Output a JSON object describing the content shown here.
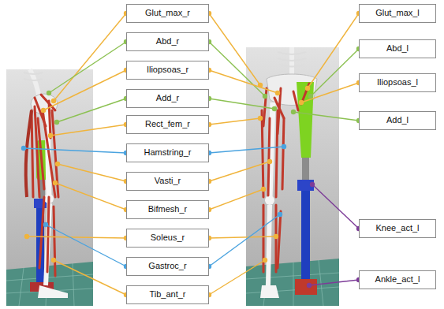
{
  "diagram": {
    "nodes": [
      {
        "text": [
          "Glut_max_r"
        ]
      },
      {
        "text": [
          "Abd_r"
        ]
      },
      {
        "text": [
          "Iliopsoas_r"
        ]
      },
      {
        "text": [
          "Add_r"
        ]
      },
      {
        "text": [
          "Rect_fem_r"
        ]
      },
      {
        "text": [
          "Hamstring_r"
        ]
      },
      {
        "text": [
          "Vasti_r"
        ]
      },
      {
        "text": [
          "Bifmesh_r"
        ]
      },
      {
        "text": [
          "Soleus_r"
        ]
      },
      {
        "text": [
          "Gastroc_r"
        ]
      },
      {
        "text": [
          "Tib_ant_r"
        ]
      },
      {
        "text": [
          "Glut_max_l"
        ]
      },
      {
        "text": [
          "Abd_l"
        ]
      },
      {
        "text": [
          "Iliopsoas_l"
        ]
      },
      {
        "text": [
          "Add_l"
        ]
      },
      {
        "text": [
          "Knee_act_l"
        ]
      },
      {
        "text": [
          "Ankle_act_l"
        ]
      }
    ]
  }
}
